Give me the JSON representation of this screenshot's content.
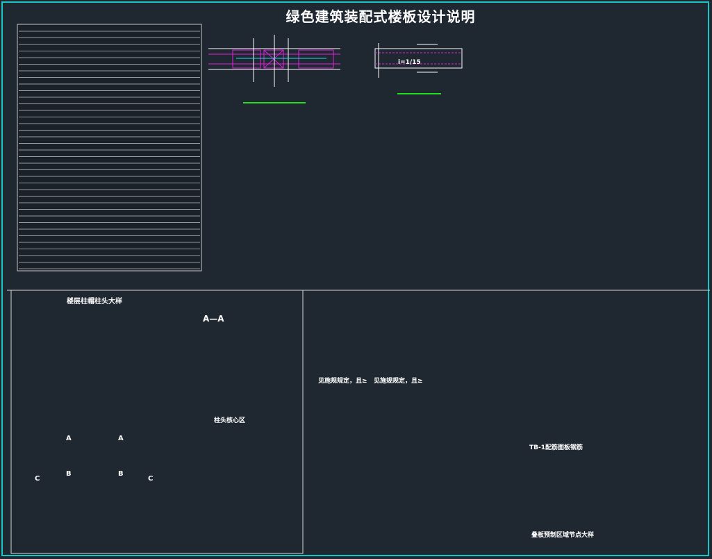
{
  "title": "绿色建筑装配式楼板设计说明",
  "labels": {
    "detail_top_left": "楼层柱帽柱头大样",
    "section_aa": "A—A",
    "zone_label": "柱头核心区",
    "note_left": "见施规规定，且≥",
    "note_right": "见施规规定，且≥",
    "detail_right": "TB-1配筋图板钢筋",
    "detail_bottom_right": "叠板预制区域节点大样",
    "grid_a": "A",
    "grid_b": "B",
    "grid_c": "C",
    "dim_slope": "i=1/15"
  },
  "colors": {
    "background": "#1f2731",
    "border": "#18c6c6",
    "magenta": "#e020e0",
    "yellow": "#e8e020",
    "green": "#20e020",
    "red": "#ff1a1a",
    "cyan": "#20d8e8",
    "white": "#ffffff",
    "purple": "#3a1f6e"
  }
}
